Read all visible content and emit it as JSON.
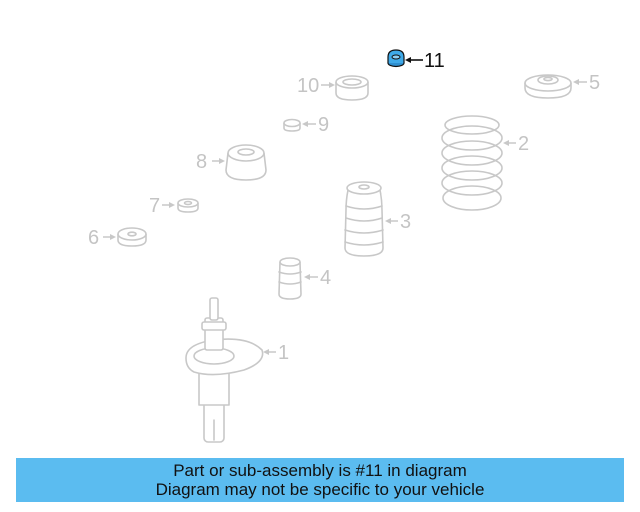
{
  "diagram": {
    "highlight_color": "#3fa9e8",
    "ghost_color": "#c8c8c8",
    "parts": [
      {
        "number": "1",
        "name": "strut-assembly"
      },
      {
        "number": "2",
        "name": "coil-spring"
      },
      {
        "number": "3",
        "name": "dust-boot"
      },
      {
        "number": "4",
        "name": "bump-stop"
      },
      {
        "number": "5",
        "name": "upper-spring-seat"
      },
      {
        "number": "6",
        "name": "lower-insulator"
      },
      {
        "number": "7",
        "name": "washer"
      },
      {
        "number": "8",
        "name": "strut-mount"
      },
      {
        "number": "9",
        "name": "bushing"
      },
      {
        "number": "10",
        "name": "bearing"
      },
      {
        "number": "11",
        "name": "nut-cap",
        "highlighted": true
      }
    ]
  },
  "banner": {
    "line1": "Part or sub-assembly is #11 in diagram",
    "line2": "Diagram may not be specific to your vehicle",
    "color": "#5bbcf0"
  }
}
